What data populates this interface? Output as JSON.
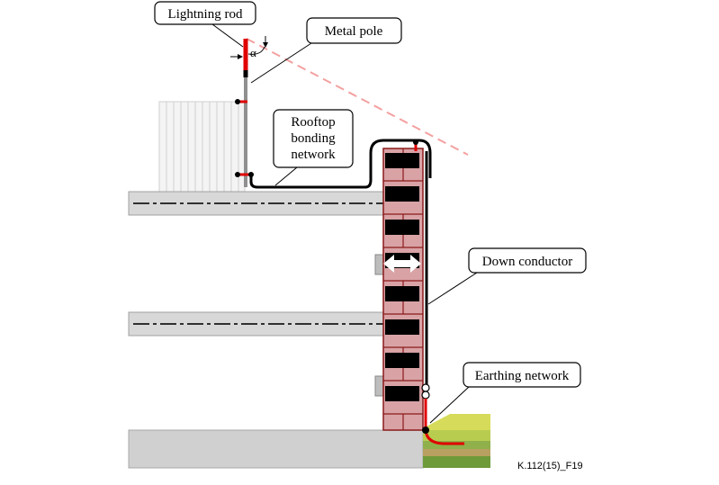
{
  "labels": {
    "lightning_rod": "Lightning rod",
    "metal_pole": "Metal pole",
    "rooftop_bonding_network": [
      "Rooftop",
      "bonding",
      "network"
    ],
    "down_conductor": "Down conductor",
    "earthing_network": "Earthing network",
    "angle_symbol": "α",
    "figure_id": "K.112(15)_F19"
  },
  "colors": {
    "conductor_red": "#e00000",
    "protection_line": "#f4a0a0",
    "brick": "#d9a3a6",
    "brick_border": "#8b1a1a",
    "block_fill": "#000000",
    "slab": "#d8d8d8",
    "ground": "#d0d0d0",
    "earth_green": "#8fb04a",
    "earth_yellow": "#d6dc5a"
  }
}
